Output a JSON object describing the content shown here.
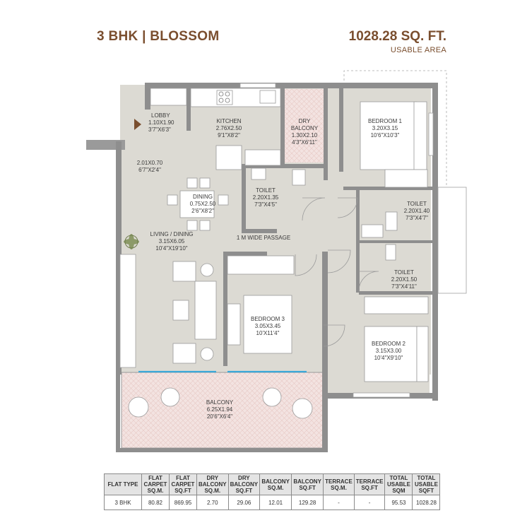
{
  "header": {
    "title": "3 BHK | BLOSSOM",
    "area": "1028.28 SQ. FT.",
    "area_caption": "USABLE AREA"
  },
  "colors": {
    "floor": "#dcdad3",
    "wall": "#8e8e8e",
    "balcony": "#f3e3e1",
    "title": "#7a4e2e",
    "window": "#3aa7d8"
  },
  "rooms": {
    "lobby": {
      "name": "LOBBY",
      "sqm": "1.10X1.90",
      "ft": "3'7\"X6'3\""
    },
    "kitchen": {
      "name": "KITCHEN",
      "sqm": "2.76X2.50",
      "ft": "9'1\"X8'2\""
    },
    "dry_balcony": {
      "name": "DRY",
      "name2": "BALCONY",
      "sqm": "1.30X2.10",
      "ft": "4'3\"X6'11\""
    },
    "bedroom1": {
      "name": "BEDROOM 1",
      "sqm": "3.20X3.15",
      "ft": "10'6\"X10'3\""
    },
    "passage_dim": {
      "sqm": "2.01X0.70",
      "ft": "6'7\"X2'4\""
    },
    "dining": {
      "name": "DINING",
      "sqm": "0.75X2.50",
      "ft": "2'6\"X8'2\""
    },
    "toilet1": {
      "name": "TOILET",
      "sqm": "2.20X1.35",
      "ft": "7'3\"X4'5\""
    },
    "toilet2": {
      "name": "TOILET",
      "sqm": "2.20X1.40",
      "ft": "7'3\"X4'7\""
    },
    "toilet3": {
      "name": "TOILET",
      "sqm": "2.20X1.50",
      "ft": "7'3\"X4'11\""
    },
    "living": {
      "name": "LIVING / DINING",
      "sqm": "3.15X6.05",
      "ft": "10'4\"X19'10\""
    },
    "passage": {
      "name": "1 M WIDE PASSAGE"
    },
    "bedroom3": {
      "name": "BEDROOM 3",
      "sqm": "3.05X3.45",
      "ft": "10'X11'4\""
    },
    "bedroom2": {
      "name": "BEDROOM 2",
      "sqm": "3.15X3.00",
      "ft": "10'4\"X9'10\""
    },
    "balcony": {
      "name": "BALCONY",
      "sqm": "6.25X1.94",
      "ft": "20'6\"X6'4\""
    }
  },
  "table": {
    "headers": [
      [
        "FLAT TYPE"
      ],
      [
        "FLAT",
        "CARPET",
        "SQ.M."
      ],
      [
        "FLAT",
        "CARPET",
        "SQ.FT"
      ],
      [
        "DRY",
        "BALCONY",
        "SQ.M."
      ],
      [
        "DRY",
        "BALCONY",
        "SQ.FT"
      ],
      [
        "BALCONY",
        "SQ.M."
      ],
      [
        "BALCONY",
        "SQ.FT"
      ],
      [
        "TERRACE",
        "SQ.M."
      ],
      [
        "TERRACE",
        "SQ.FT"
      ],
      [
        "TOTAL",
        "USABLE",
        "SQM"
      ],
      [
        "TOTAL",
        "USABLE",
        "SQFT"
      ]
    ],
    "row": [
      "3 BHK",
      "80.82",
      "869.95",
      "2.70",
      "29.06",
      "12.01",
      "129.28",
      "-",
      "-",
      "95.53",
      "1028.28"
    ]
  }
}
